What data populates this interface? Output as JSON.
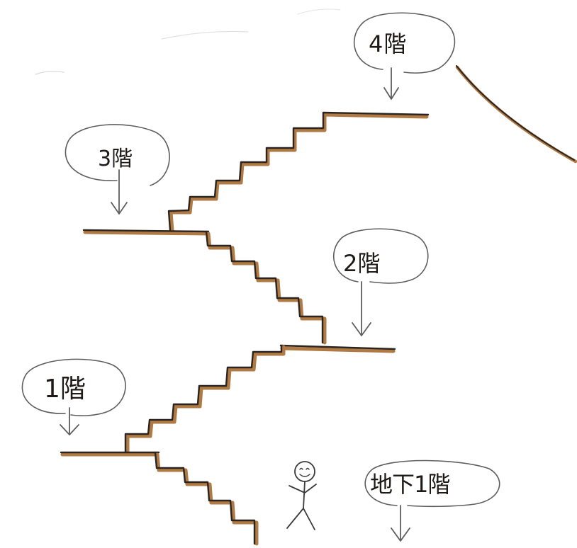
{
  "floors": [
    {
      "id": "4f",
      "label": "4階"
    },
    {
      "id": "3f",
      "label": "3階"
    },
    {
      "id": "2f",
      "label": "2階"
    },
    {
      "id": "1f",
      "label": "1階"
    },
    {
      "id": "b1",
      "label": "地下1階"
    }
  ],
  "colors": {
    "ink": "#2b2420",
    "wood": "#b07a45",
    "pencil": "#5e5e5e",
    "background": "#ffffff"
  },
  "icons": {
    "person": "stick-figure-icon",
    "arrow": "down-arrow-icon"
  }
}
